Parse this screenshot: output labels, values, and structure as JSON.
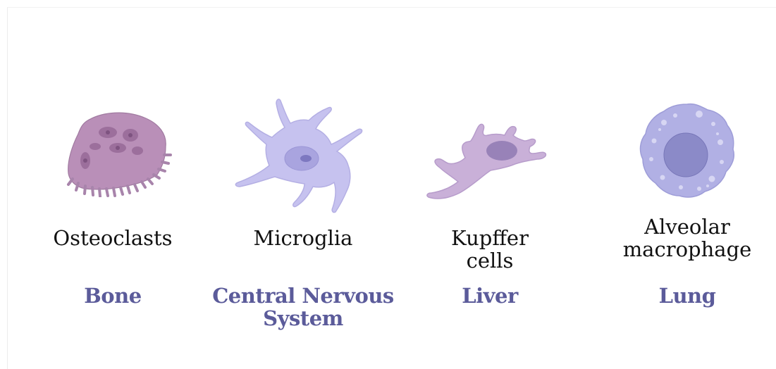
{
  "cells": [
    {
      "name": "Osteoclasts",
      "location": "Bone",
      "icon": "osteoclast-icon"
    },
    {
      "name": "Microglia",
      "location": "Central Nervous\nSystem",
      "icon": "microglia-icon"
    },
    {
      "name": "Kupffer\ncells",
      "location": "Liver",
      "icon": "kupffer-cell-icon"
    },
    {
      "name": "Alveolar\nmacrophage",
      "location": "Lung",
      "icon": "alveolar-macrophage-icon"
    }
  ],
  "colors": {
    "label_text": "#111111",
    "location_text": "#5b5b9a",
    "osteoclast_fill": "#b98fb8",
    "microglia_fill": "#c6c2ef",
    "kupffer_fill": "#c9b0d8",
    "alveolar_fill": "#b1b0e4"
  }
}
